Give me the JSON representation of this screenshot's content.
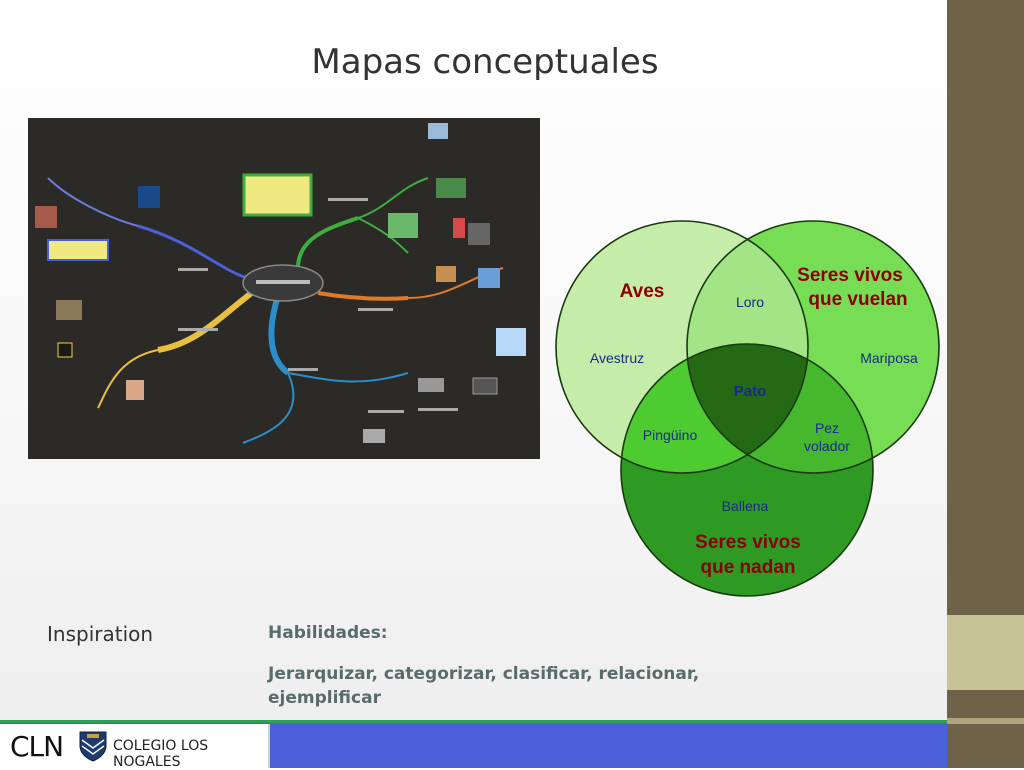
{
  "slide": {
    "title": "Mapas conceptuales"
  },
  "mindmap": {
    "tool_label": "Inspiration"
  },
  "venn": {
    "sets": [
      "Aves",
      "Seres vivos que vuelan",
      "Seres vivos que nadan"
    ],
    "labels": {
      "aves": "Aves",
      "vuelan_1": "Seres vivos",
      "vuelan_2": "que vuelan",
      "nadan_1": "Seres vivos",
      "nadan_2": "que nadan",
      "loro": "Loro",
      "avestruz": "Avestruz",
      "mariposa": "Mariposa",
      "pato": "Pato",
      "pinguino": "Pingüino",
      "pez_1": "Pez",
      "pez_2": "volador",
      "ballena": "Ballena"
    },
    "colors": {
      "aves": "#c6ecaa",
      "vuelan": "#76dd54",
      "nadan": "#2e9a24",
      "overlap_aves_vuelan": "#a2e486",
      "overlap_aves_nadan": "#4ecb30",
      "center": "#246a14",
      "label_red": "#8b0000",
      "label_blue": "#1a2a8a"
    }
  },
  "habilidades": {
    "title": "Habilidades:",
    "text": "Jerarquizar, categorizar, clasificar, relacionar, ejemplificar"
  },
  "footer": {
    "logo_text": "CLN",
    "school_name": "COLEGIO LOS NOGALES"
  }
}
